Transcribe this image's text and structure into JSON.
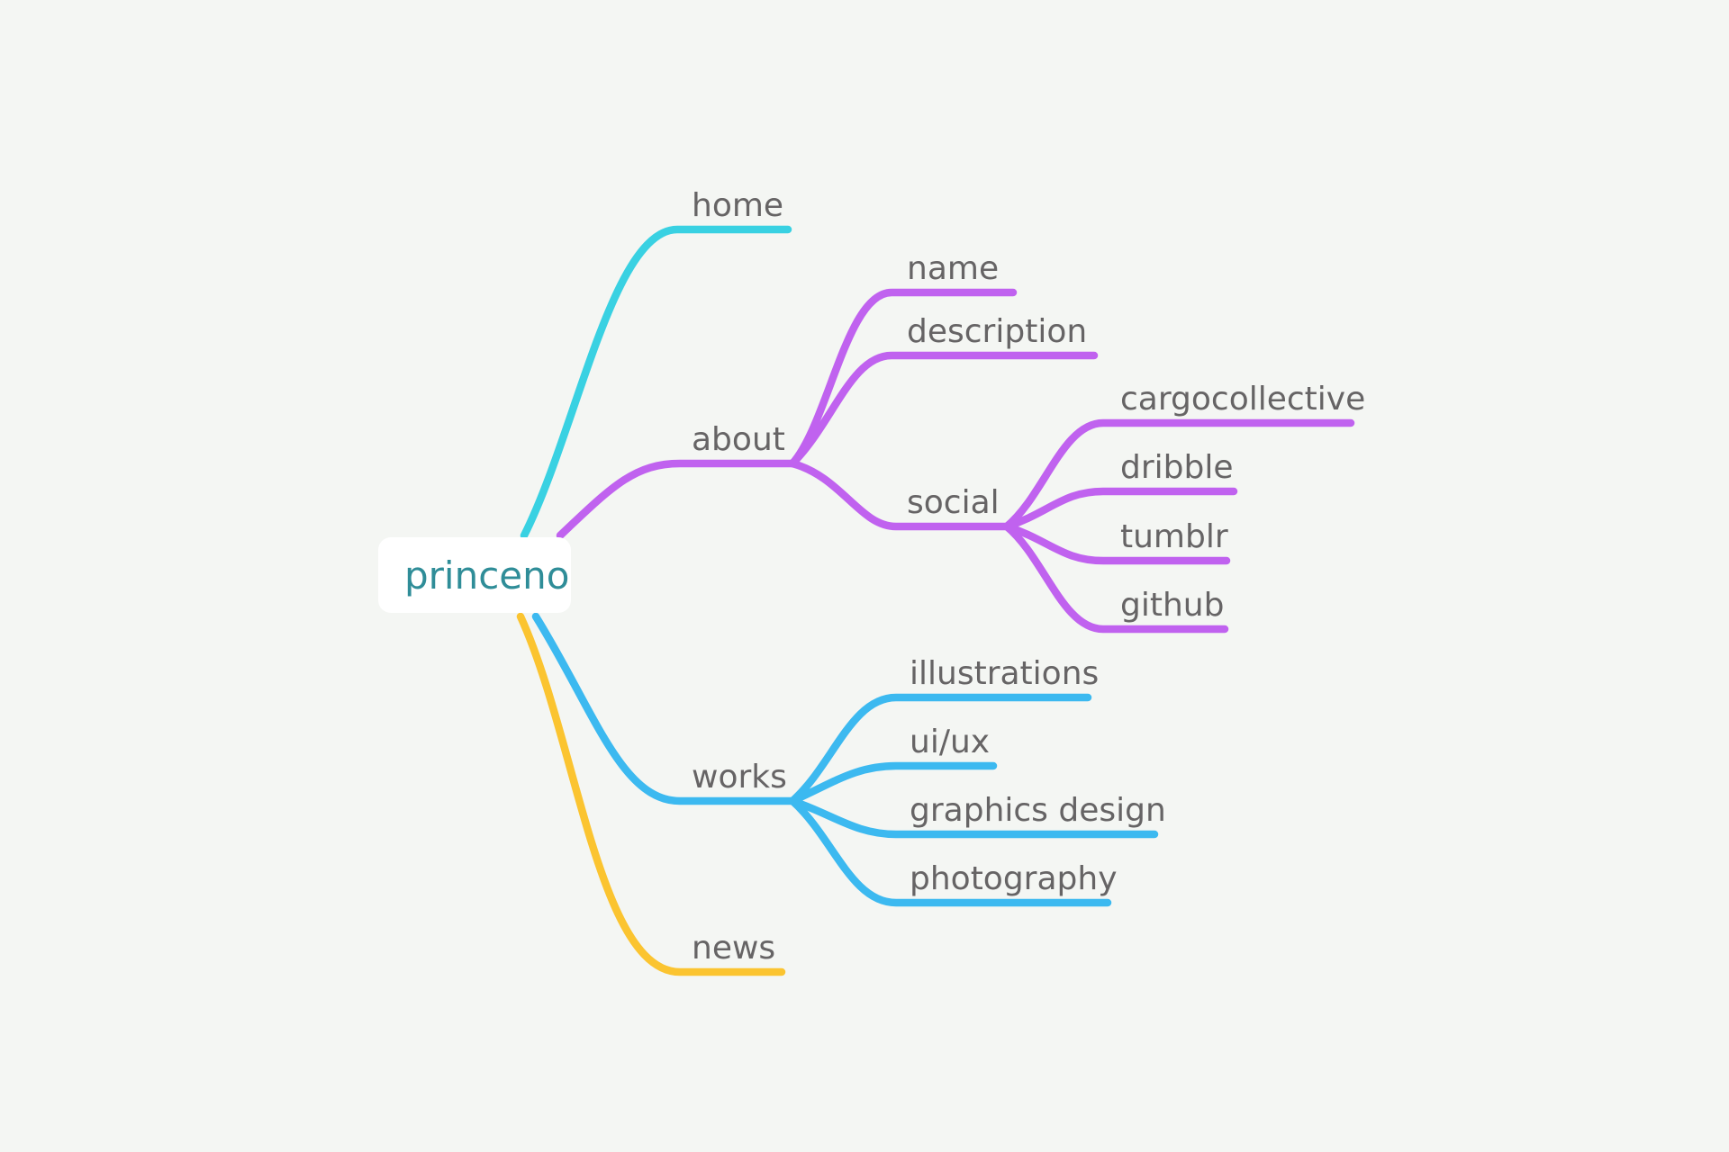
{
  "mindmap": {
    "root": "princeno",
    "branches": [
      {
        "label": "home",
        "color": "#39d1e2"
      },
      {
        "label": "about",
        "color": "#c062ef",
        "children": [
          {
            "label": "name"
          },
          {
            "label": "description"
          },
          {
            "label": "social",
            "children": [
              {
                "label": "cargocollective"
              },
              {
                "label": "dribble"
              },
              {
                "label": "tumblr"
              },
              {
                "label": "github"
              }
            ]
          }
        ]
      },
      {
        "label": "works",
        "color": "#3cb9f0",
        "children": [
          {
            "label": "illustrations"
          },
          {
            "label": "ui/ux"
          },
          {
            "label": "graphics design"
          },
          {
            "label": "photography"
          }
        ]
      },
      {
        "label": "news",
        "color": "#fbc430"
      }
    ]
  }
}
